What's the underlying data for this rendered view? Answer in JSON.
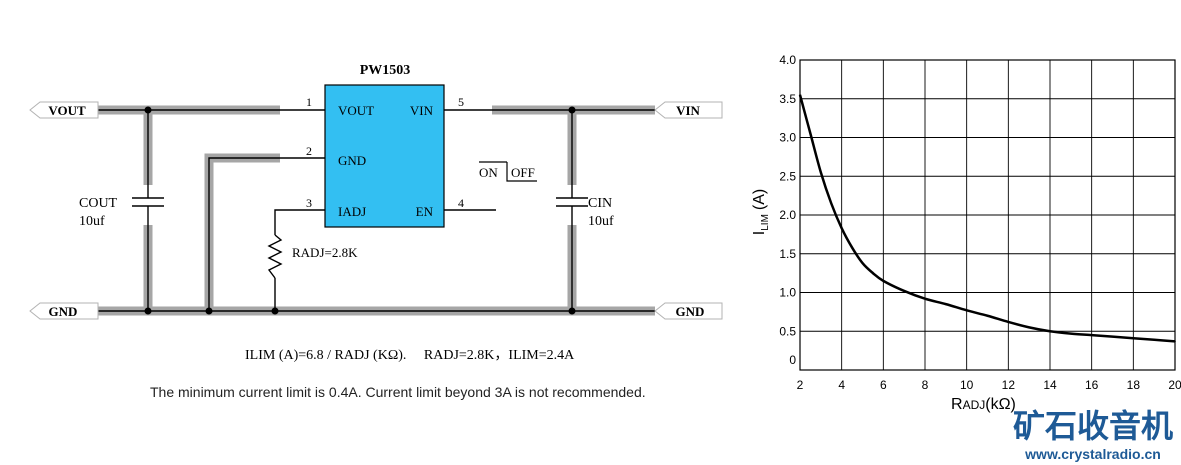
{
  "schematic": {
    "ic_name": "PW1503",
    "pins": {
      "vout": {
        "num": "1",
        "label": "VOUT"
      },
      "gnd": {
        "num": "2",
        "label": "GND"
      },
      "iadj": {
        "num": "3",
        "label": "IADJ"
      },
      "vin": {
        "num": "5",
        "label": "VIN"
      },
      "en": {
        "num": "4",
        "label": "EN"
      }
    },
    "ports": {
      "vout_left": "VOUT",
      "vin_right": "VIN",
      "gnd_left": "GND",
      "gnd_right": "GND"
    },
    "cout": {
      "name": "COUT",
      "value": "10uf"
    },
    "cin": {
      "name": "CIN",
      "value": "10uf"
    },
    "radj": "RADJ=2.8K",
    "switch": {
      "on": "ON",
      "off": "OFF"
    },
    "formula": "ILIM (A)=6.8 / RADJ (KΩ).     RADJ=2.8K，ILIM=2.4A",
    "note": "The minimum current limit is 0.4A. Current limit beyond 3A is not recommended."
  },
  "colors": {
    "ic_fill": "#33bff2",
    "thick_wire": "#a6a6a6",
    "thin_wire": "#000000",
    "watermark": "#1e5a96"
  },
  "chart_data": {
    "type": "line",
    "xlabel_main": "R",
    "xlabel_sub": "ADJ",
    "xlabel_unit": "(kΩ)",
    "ylabel_main": "I",
    "ylabel_sub": "LIM",
    "ylabel_unit": "(A)",
    "xlim": [
      2,
      20
    ],
    "ylim": [
      0,
      4.0
    ],
    "xticks": [
      "2",
      "4",
      "6",
      "8",
      "10",
      "12",
      "14",
      "16",
      "18",
      "20"
    ],
    "yticks": [
      "0",
      "0.5",
      "1.0",
      "1.5",
      "2.0",
      "2.5",
      "3.0",
      "3.5",
      "4.0"
    ],
    "grid": true,
    "x": [
      2,
      2.5,
      3,
      3.5,
      4,
      4.5,
      5,
      5.5,
      6,
      7,
      8,
      9,
      10,
      11,
      12,
      13,
      14,
      15,
      16,
      17,
      18,
      19,
      20
    ],
    "y": [
      3.55,
      3.05,
      2.55,
      2.15,
      1.83,
      1.58,
      1.38,
      1.25,
      1.15,
      1.02,
      0.92,
      0.85,
      0.77,
      0.7,
      0.62,
      0.55,
      0.5,
      0.47,
      0.45,
      0.43,
      0.41,
      0.39,
      0.37
    ]
  },
  "watermark": {
    "chinese": "矿石收音机",
    "url": "www.crystalradio.cn"
  }
}
